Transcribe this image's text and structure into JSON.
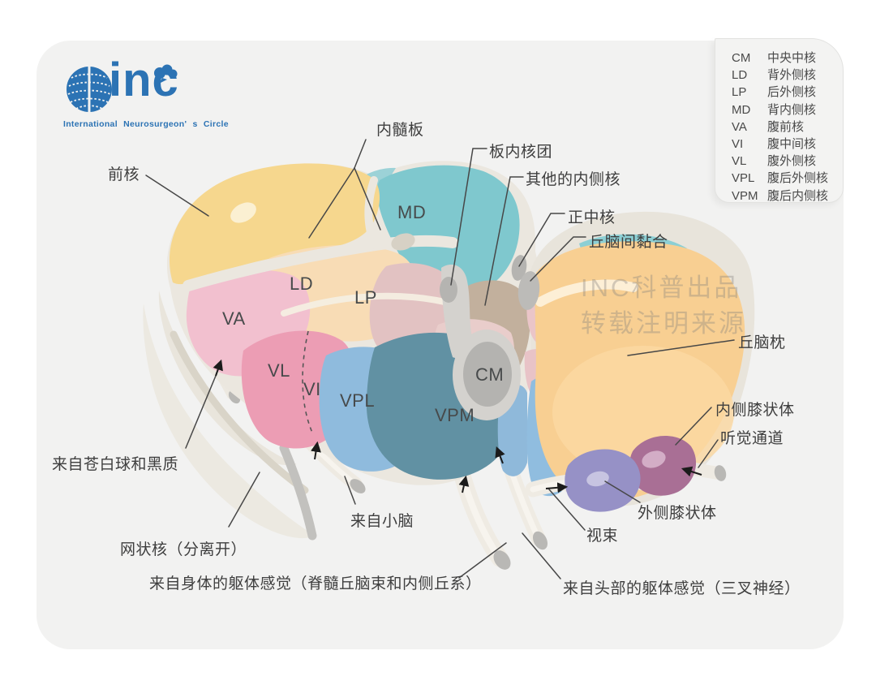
{
  "logo": {
    "text": "inc",
    "tagline": "International Neurosurgeon' s Circle"
  },
  "watermark": {
    "line1": "INC科普出品",
    "line2": "转载注明来源"
  },
  "legend": {
    "items": [
      {
        "abbr": "CM",
        "name": "中央中核"
      },
      {
        "abbr": "LD",
        "name": "背外侧核"
      },
      {
        "abbr": "LP",
        "name": "后外侧核"
      },
      {
        "abbr": "MD",
        "name": "背内侧核"
      },
      {
        "abbr": "VA",
        "name": "腹前核"
      },
      {
        "abbr": "VI",
        "name": "腹中间核"
      },
      {
        "abbr": "VL",
        "name": "腹外侧核"
      },
      {
        "abbr": "VPL",
        "name": "腹后外侧核"
      },
      {
        "abbr": "VPM",
        "name": "腹后内侧核"
      }
    ]
  },
  "regions": {
    "md": "MD",
    "ld": "LD",
    "lp": "LP",
    "va": "VA",
    "vl": "VL",
    "vi": "VI",
    "vpl": "VPL",
    "vpm": "VPM",
    "cm": "CM"
  },
  "labels": {
    "anterior": "前核",
    "internal_medullary_lamina": "内髓板",
    "intralaminar_nuclei": "板内核团",
    "other_medial_nuclei": "其他的内侧核",
    "midline_nuclei": "正中核",
    "interthalamic_adhesion": "丘脑间黏合",
    "pulvinar": "丘脑枕",
    "medial_geniculate": "内侧膝状体",
    "auditory_pathway": "听觉通道",
    "lateral_geniculate": "外侧膝状体",
    "optic_tract": "视束",
    "from_head": "来自头部的躯体感觉（三叉神经）",
    "from_body": "来自身体的躯体感觉（脊髓丘脑束和内侧丘系）",
    "from_cerebellum": "来自小脑",
    "reticular_nucleus": "网状核（分离开）",
    "from_pallidum": "来自苍白球和黑质"
  },
  "colors": {
    "card_bg": "#f2f2f1",
    "logo_blue": "#2c73b4",
    "label_text": "#3e3e3e",
    "watermark_gray": "#9a9894",
    "anterior_yellow": "#f6d78e",
    "md_teal": "#7fc8ce",
    "ld_peach": "#f8dcb5",
    "lp_rose": "#e2c2c2",
    "va_pink": "#f2c0cf",
    "vl_vi_pink": "#ec9db4",
    "vpl_blue": "#8fbbdd",
    "vpm_teal": "#6191a3",
    "cm_gray": "#b4b3b0",
    "medial_tan": "#c2b09d",
    "pulvinar_orange": "#f8cf92",
    "mgb_plum": "#a96f95",
    "lgb_lavender": "#9691c6",
    "ivory": "#ebe7df"
  }
}
